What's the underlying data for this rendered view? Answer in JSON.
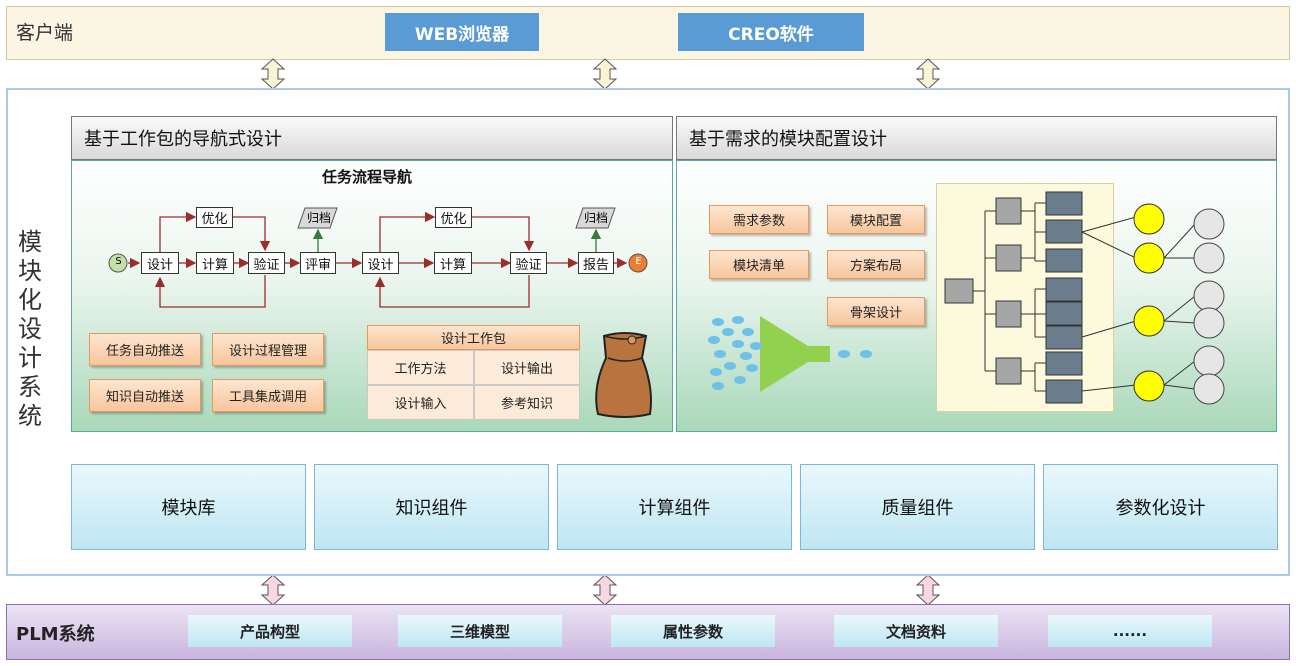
{
  "client": {
    "label": "客户端",
    "web": "WEB浏览器",
    "creo": "CREO软件"
  },
  "system": {
    "label": "模块化设计系统"
  },
  "left_panel": {
    "title": "基于工作包的导航式设计",
    "flow_title": "任务流程导航",
    "start": "S",
    "end": "E",
    "nodes": {
      "design1": "设计",
      "calc1": "计算",
      "verify1": "验证",
      "review": "评审",
      "optimize1": "优化",
      "archive1": "归档",
      "design2": "设计",
      "calc2": "计算",
      "verify2": "验证",
      "report": "报告",
      "optimize2": "优化",
      "archive2": "归档"
    },
    "actions": [
      "任务自动推送",
      "设计过程管理",
      "知识自动推送",
      "工具集成调用"
    ],
    "package": {
      "title": "设计工作包",
      "cells": [
        "工作方法",
        "设计输出",
        "设计输入",
        "参考知识"
      ]
    }
  },
  "right_panel": {
    "title": "基于需求的模块配置设计",
    "buttons": [
      "需求参数",
      "模块配置",
      "模块清单",
      "方案布局",
      "骨架设计"
    ]
  },
  "components": [
    "模块库",
    "知识组件",
    "计算组件",
    "质量组件",
    "参数化设计"
  ],
  "plm": {
    "label": "PLM系统",
    "items": [
      "产品构型",
      "三维模型",
      "属性参数",
      "文档资料",
      "......"
    ]
  }
}
